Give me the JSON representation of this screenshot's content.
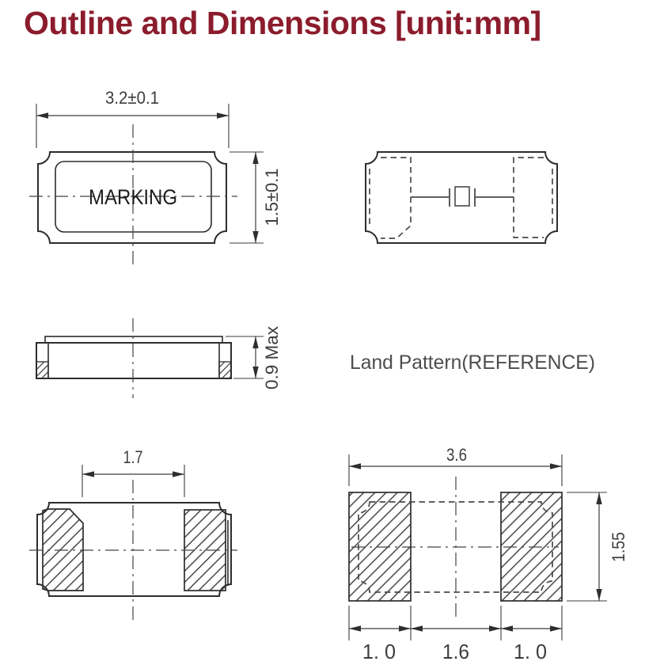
{
  "title": "Outline and Dimensions [unit:mm]",
  "top_view": {
    "marking": "MARKING",
    "width_dim": "3.2±0.1",
    "height_dim": "1.5±0.1"
  },
  "side_view": {
    "height_dim": "0.9 Max"
  },
  "bottom_view": {
    "inner_pad_gap_dim": "1.7"
  },
  "land_pattern": {
    "label": "Land Pattern(REFERENCE)",
    "overall_width_dim": "3.6",
    "pad_height_dim": "1.55",
    "left_pad_width_dim": "1. 0",
    "pad_gap_dim": "1.6",
    "right_pad_width_dim": "1. 0"
  }
}
